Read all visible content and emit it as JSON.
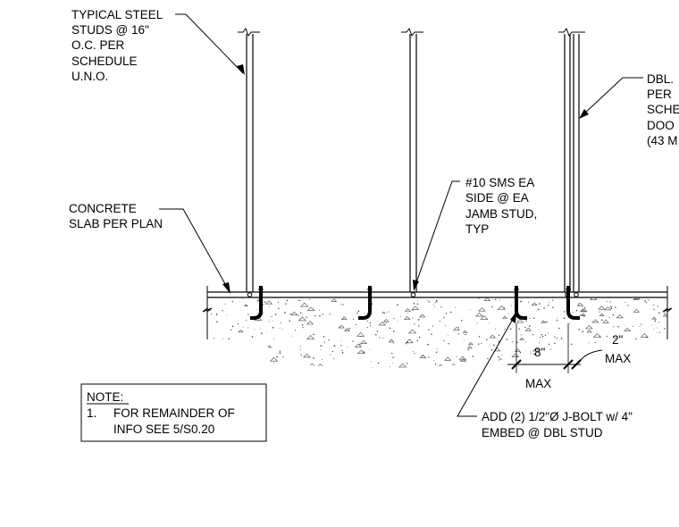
{
  "labels": {
    "studs": [
      "TYPICAL STEEL",
      "STUDS @ 16\"",
      "O.C. PER",
      "SCHEDULE",
      "U.N.O."
    ],
    "dbl": [
      "DBL.",
      "PER",
      "SCHE",
      "DOO",
      "(43 M"
    ],
    "sms": [
      "#10 SMS EA",
      "SIDE @ EA",
      "JAMB STUD,",
      "TYP"
    ],
    "slab": [
      "CONCRETE",
      "SLAB PER PLAN"
    ],
    "jbolt": [
      "ADD (2) 1/2\"Ø J-BOLT w/ 4\"",
      "EMBED @ DBL STUD"
    ],
    "dim_8": "8\"",
    "dim_max1": "MAX",
    "dim_2": "2\"",
    "dim_max2": "MAX"
  },
  "note": {
    "title": "NOTE:",
    "num": "1.",
    "lines": [
      "FOR REMAINDER OF",
      "INFO SEE 5/S0.20"
    ]
  }
}
